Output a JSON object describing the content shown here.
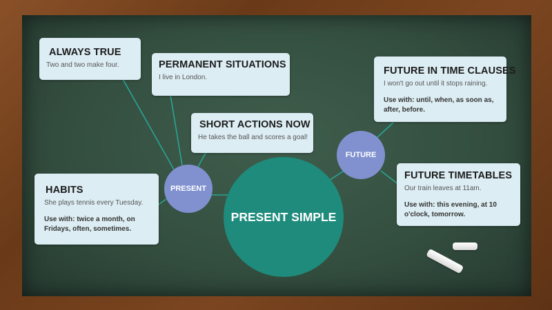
{
  "cards": {
    "always_true": {
      "title": "ALWAYS TRUE",
      "example": "Two and two make four."
    },
    "permanent": {
      "title": "PERMANENT SITUATIONS",
      "example": "I live in London."
    },
    "short_actions": {
      "title": "SHORT ACTIONS NOW",
      "example": "He takes the ball and scores a goal!"
    },
    "habits": {
      "title": "HABITS",
      "example": "She plays tennis every Tuesday.",
      "use_with": "Use with: twice a month, on Fridays, often, sometimes."
    },
    "future_time_clauses": {
      "title": "FUTURE IN TIME CLAUSES",
      "example": "I won't go out until it stops raining.",
      "use_with": "Use with: until, when, as soon as, after, before."
    },
    "future_timetables": {
      "title": "FUTURE TIMETABLES",
      "example": "Our train leaves at 11am.",
      "use_with": "Use with: this evening, at 10 o'clock, tomorrow."
    }
  },
  "nodes": {
    "present": "PRESENT",
    "future": "FUTURE",
    "main": "PRESENT SIMPLE"
  },
  "colors": {
    "card_bg": "#dcedf3",
    "node_small": "#8191d0",
    "node_main": "#1f8b7c",
    "connector": "#2aa596",
    "chalkboard": "#344f40",
    "frame": "#6b3d1e"
  }
}
